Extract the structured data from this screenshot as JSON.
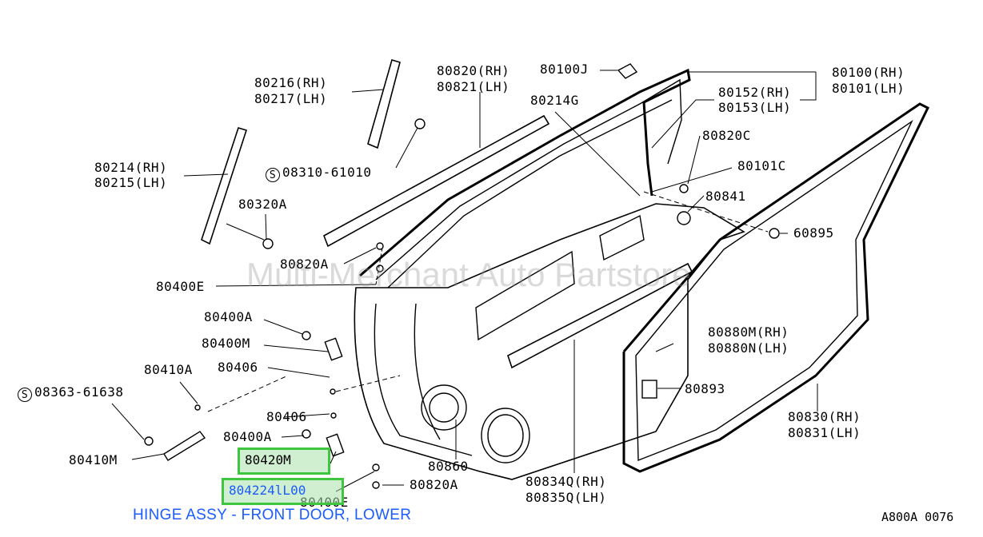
{
  "labels": {
    "p80216": "80216(RH)",
    "p80217": "80217(LH)",
    "p80820": "80820(RH)",
    "p80821": "80821(LH)",
    "p80100J": "80100J",
    "p80100": "80100(RH)",
    "p80101": "80101(LH)",
    "p80214G": "80214G",
    "p80152": "80152(RH)",
    "p80153": "80153(LH)",
    "p80214": "80214(RH)",
    "p80215": "80215(LH)",
    "p08310": "08310-61010",
    "p80820C": "80820C",
    "p80101C": "80101C",
    "p80320A": "80320A",
    "p80841": "80841",
    "p60895": "60895",
    "p80820A_top": "80820A",
    "p80400E_top": "80400E",
    "p80400A_top": "80400A",
    "p80400M": "80400M",
    "p80880M": "80880M(RH)",
    "p80880N": "80880N(LH)",
    "p80410A": "80410A",
    "p80406_top": "80406",
    "p08363": "08363-61638",
    "p80893": "80893",
    "p80406_bot": "80406",
    "p80830": "80830(RH)",
    "p80831": "80831(LH)",
    "p80400A_bot": "80400A",
    "p80410M": "80410M",
    "p80860": "80860",
    "p80820A_bot": "80820A",
    "p80834Q": "80834Q(RH)",
    "p80835Q": "80835Q(LH)",
    "p80400E_bot": "80400E"
  },
  "highlights": {
    "hinge_part": "80420M",
    "part_number": "804224lL00"
  },
  "symbol_s": "S",
  "caption": "HINGE ASSY - FRONT DOOR, LOWER",
  "watermark": "Multi-Merchant Auto Partstore",
  "reference": "A800A 0076",
  "colors": {
    "highlight_border": "#3fc63f",
    "caption": "#1a5cff"
  }
}
